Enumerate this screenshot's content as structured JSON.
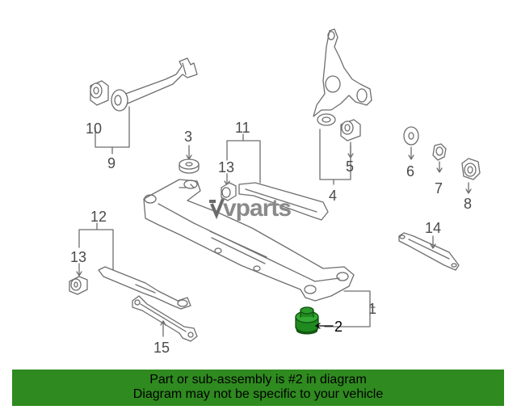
{
  "diagram": {
    "brand_logo": "vparts",
    "callouts": [
      "1",
      "2",
      "3",
      "4",
      "5",
      "6",
      "7",
      "8",
      "9",
      "10",
      "11",
      "12",
      "13",
      "13",
      "14",
      "15"
    ],
    "highlighted_part": "2",
    "colors": {
      "line": "#6e6e6e",
      "highlight_part": "#1f8a1f",
      "banner": "#2f8a1f"
    }
  },
  "banner": {
    "line1": "Part or sub-assembly is #2 in diagram",
    "line2": "Diagram may not be specific to your vehicle"
  }
}
